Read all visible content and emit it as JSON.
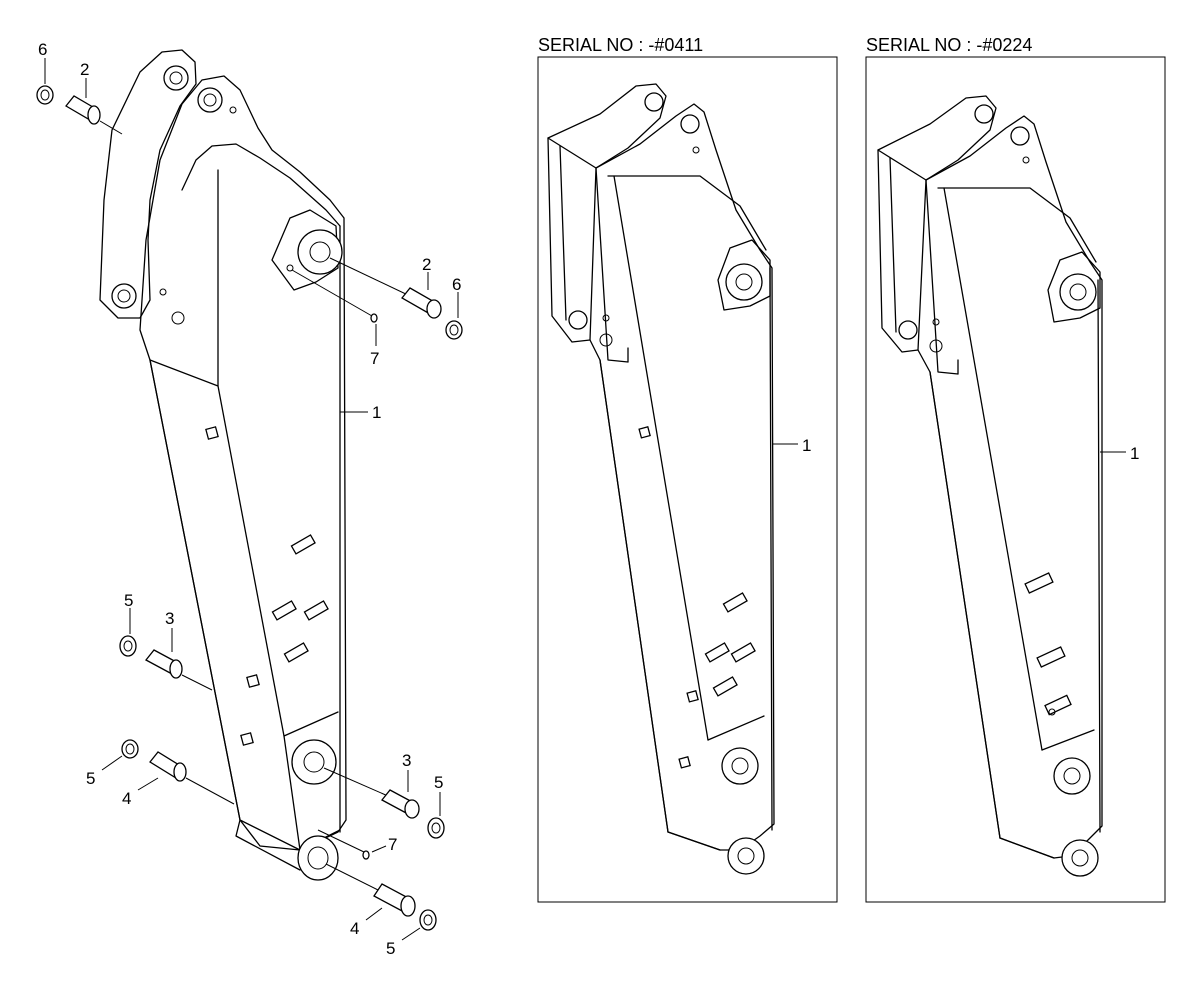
{
  "main_view": {
    "callouts": [
      {
        "id": "c6a",
        "text": "6"
      },
      {
        "id": "c2a",
        "text": "2"
      },
      {
        "id": "c2b",
        "text": "2"
      },
      {
        "id": "c6b",
        "text": "6"
      },
      {
        "id": "c7a",
        "text": "7"
      },
      {
        "id": "c1a",
        "text": "1"
      },
      {
        "id": "c5a",
        "text": "5"
      },
      {
        "id": "c3a",
        "text": "3"
      },
      {
        "id": "c5b",
        "text": "5"
      },
      {
        "id": "c4a",
        "text": "4"
      },
      {
        "id": "c3b",
        "text": "3"
      },
      {
        "id": "c5c",
        "text": "5"
      },
      {
        "id": "c7b",
        "text": "7"
      },
      {
        "id": "c4b",
        "text": "4"
      },
      {
        "id": "c5d",
        "text": "5"
      }
    ]
  },
  "variant_a": {
    "serial": "SERIAL NO : -#0411",
    "callout": "1"
  },
  "variant_b": {
    "serial": "SERIAL NO : -#0224",
    "callout": "1"
  }
}
